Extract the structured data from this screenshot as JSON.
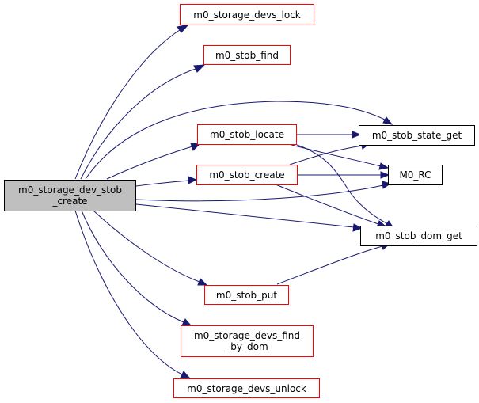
{
  "diagram": {
    "type": "call-graph",
    "edge_color": "#191970",
    "root": {
      "id": "root",
      "label": "m0_storage_dev_stob\n_create",
      "fill": "#bfbfbf",
      "border": "#000000"
    },
    "nodes": [
      {
        "id": "devs_lock",
        "label": "m0_storage_devs_lock",
        "border": "#ff0000"
      },
      {
        "id": "stob_find",
        "label": "m0_stob_find",
        "border": "#ff0000"
      },
      {
        "id": "stob_locate",
        "label": "m0_stob_locate",
        "border": "#ff0000"
      },
      {
        "id": "stob_create",
        "label": "m0_stob_create",
        "border": "#ff0000"
      },
      {
        "id": "stob_put",
        "label": "m0_stob_put",
        "border": "#ff0000"
      },
      {
        "id": "devs_find_by_dom",
        "label": "m0_storage_devs_find\n_by_dom",
        "border": "#ff0000"
      },
      {
        "id": "devs_unlock",
        "label": "m0_storage_devs_unlock",
        "border": "#ff0000"
      },
      {
        "id": "stob_state_get",
        "label": "m0_stob_state_get",
        "border": "#000000"
      },
      {
        "id": "m0_rc",
        "label": "M0_RC",
        "border": "#000000"
      },
      {
        "id": "stob_dom_get",
        "label": "m0_stob_dom_get",
        "border": "#000000"
      }
    ],
    "edges": [
      {
        "from": "root",
        "to": "devs_lock"
      },
      {
        "from": "root",
        "to": "stob_find"
      },
      {
        "from": "root",
        "to": "stob_state_get"
      },
      {
        "from": "root",
        "to": "stob_locate"
      },
      {
        "from": "root",
        "to": "stob_create"
      },
      {
        "from": "root",
        "to": "m0_rc"
      },
      {
        "from": "root",
        "to": "stob_dom_get"
      },
      {
        "from": "root",
        "to": "stob_put"
      },
      {
        "from": "root",
        "to": "devs_find_by_dom"
      },
      {
        "from": "root",
        "to": "devs_unlock"
      },
      {
        "from": "stob_locate",
        "to": "stob_state_get"
      },
      {
        "from": "stob_locate",
        "to": "m0_rc"
      },
      {
        "from": "stob_locate",
        "to": "stob_dom_get"
      },
      {
        "from": "stob_create",
        "to": "stob_state_get"
      },
      {
        "from": "stob_create",
        "to": "m0_rc"
      },
      {
        "from": "stob_create",
        "to": "stob_dom_get"
      },
      {
        "from": "stob_put",
        "to": "stob_dom_get"
      }
    ]
  }
}
